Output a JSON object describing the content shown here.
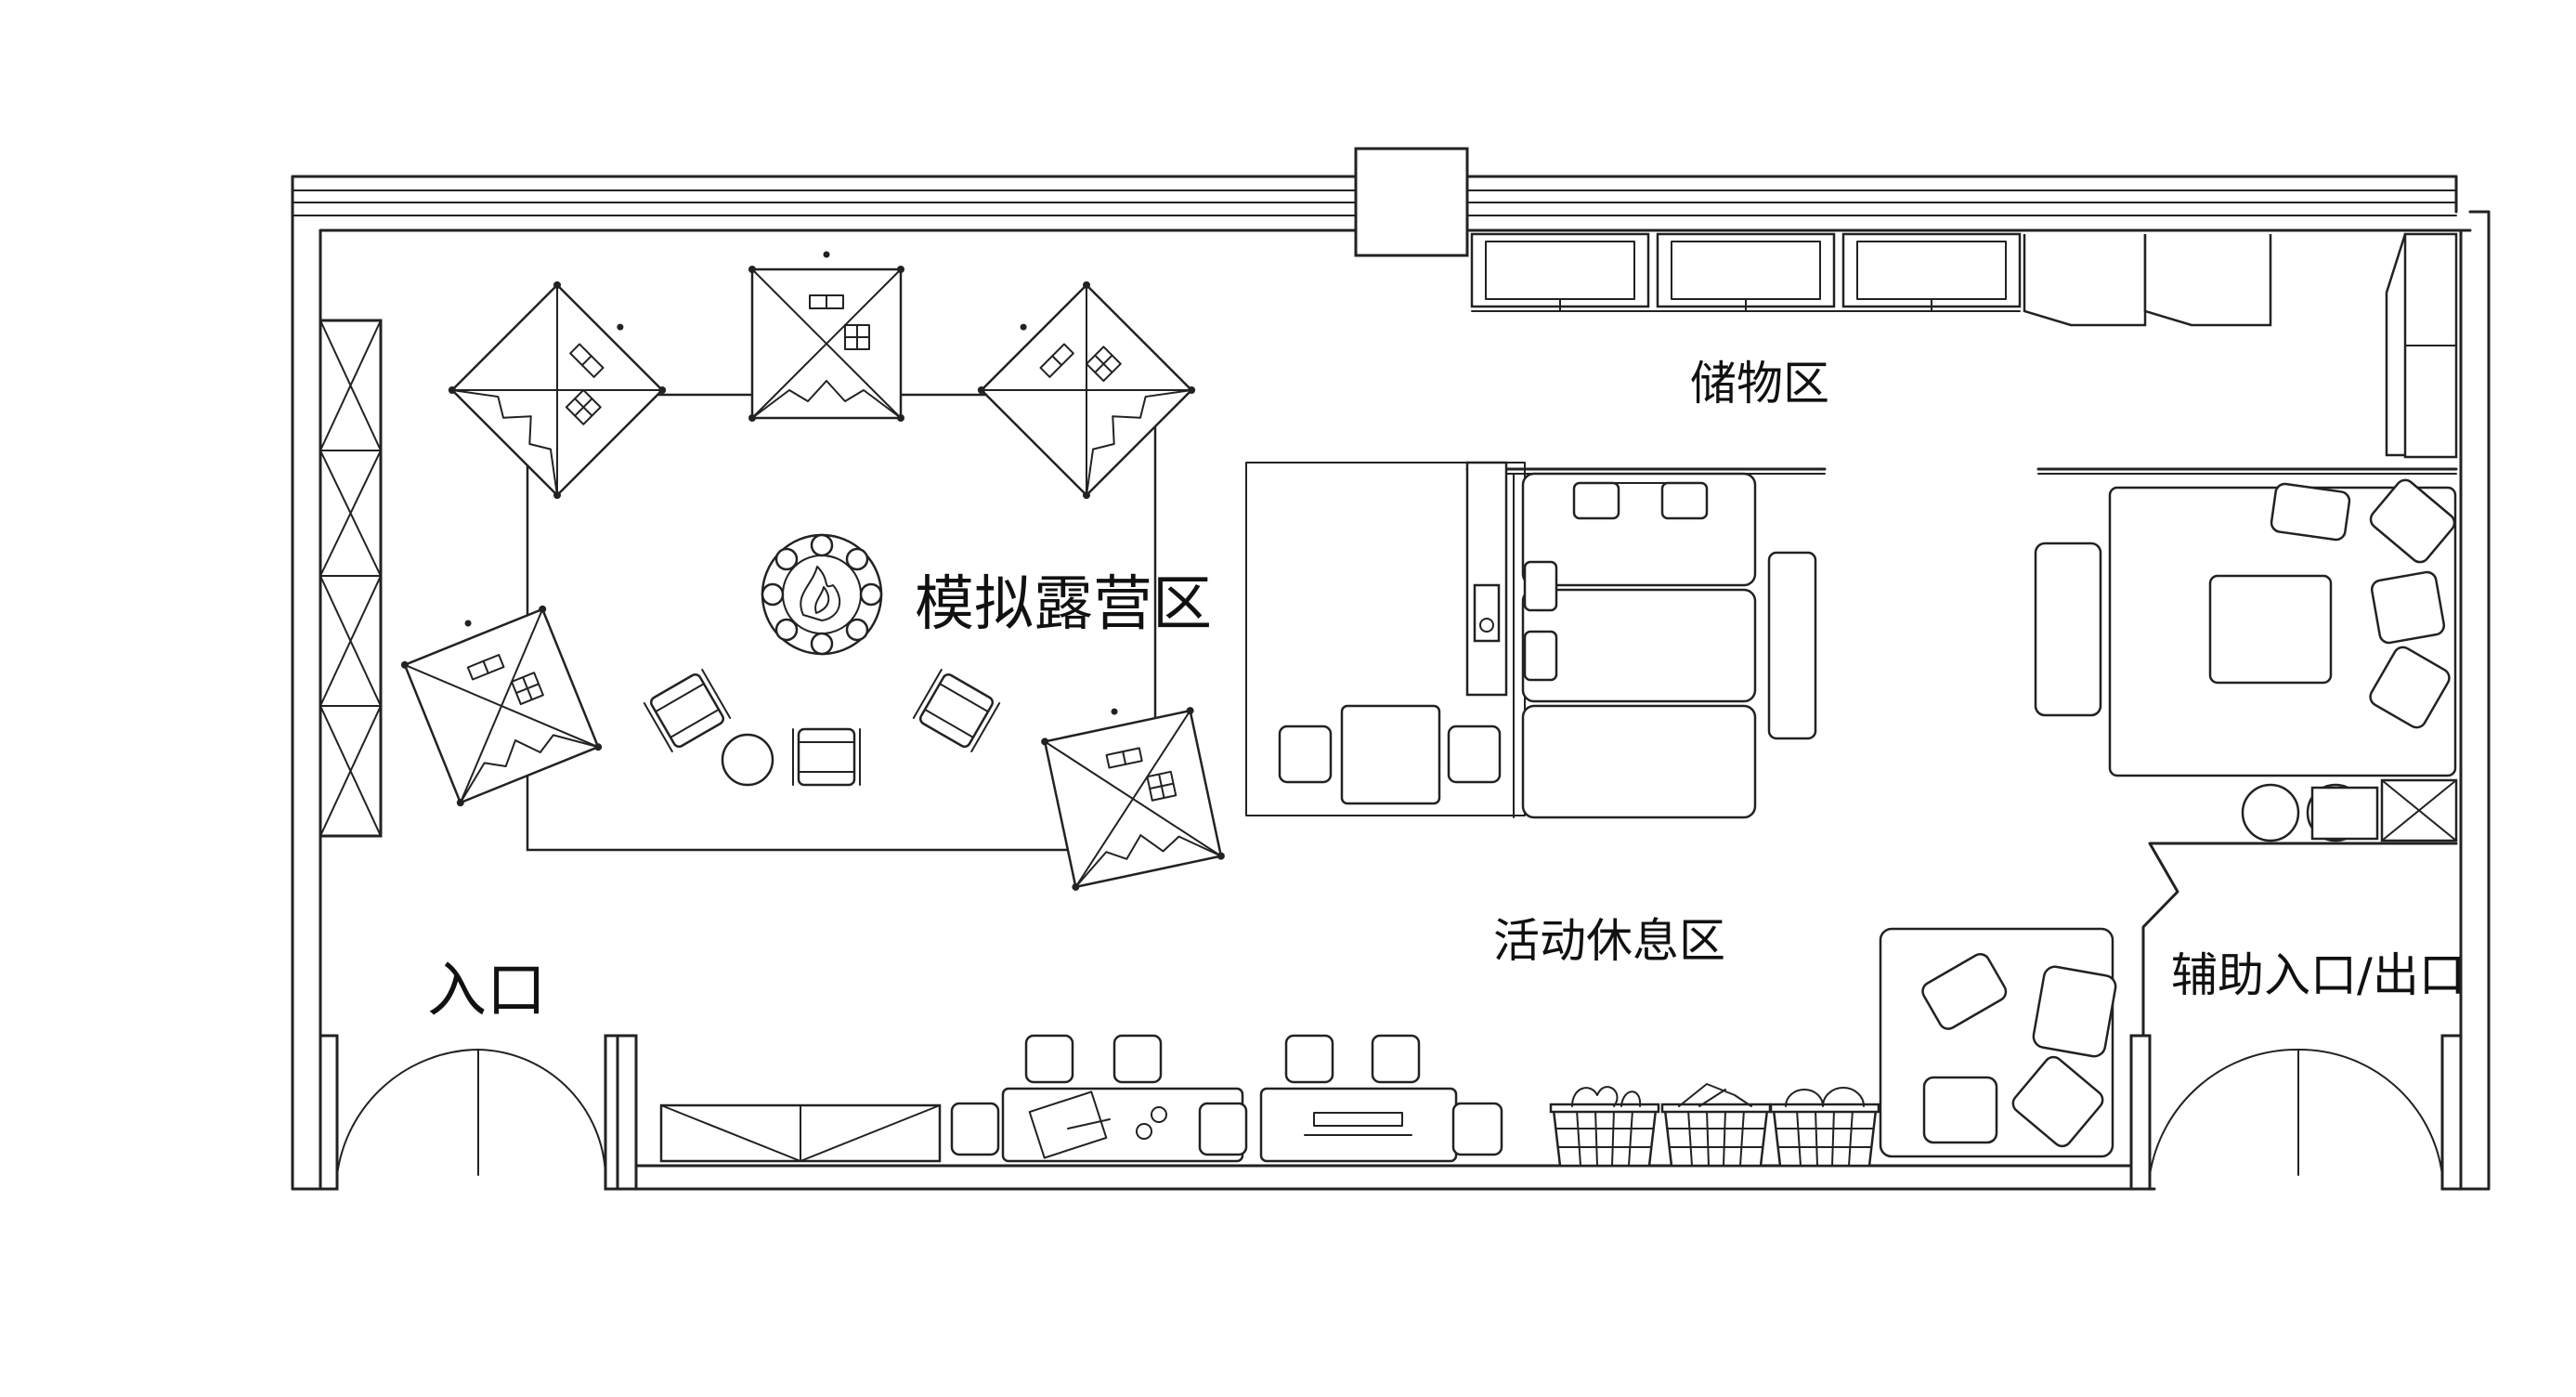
{
  "zones": {
    "storage": "储物区",
    "camping": "模拟露营区",
    "activity": "活动休息区",
    "entrance": "入口",
    "aux_entrance": "辅助入口/出口"
  }
}
